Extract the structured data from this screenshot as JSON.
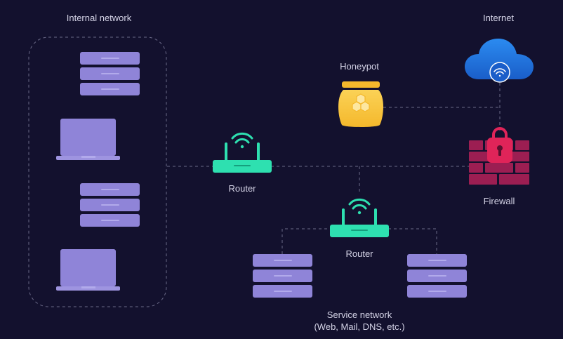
{
  "labels": {
    "internal": "Internal network",
    "internet": "Internet",
    "honeypot": "Honeypot",
    "router_top": "Router",
    "router_bottom": "Router",
    "firewall": "Firewall",
    "service_line1": "Service network",
    "service_line2": "(Web, Mail, DNS, etc.)"
  },
  "colors": {
    "background": "#13112e",
    "server": "#8f84d8",
    "router": "#2ee0b0",
    "firewall": "#9c1e52",
    "lock": "#e02459",
    "cloud": "#1f6fe0",
    "honeypot": "#f7c53b",
    "connector": "#6b6a88"
  },
  "icons": [
    "server-icon",
    "laptop-icon",
    "router-icon",
    "wifi-icon",
    "cloud-icon",
    "honeypot-icon",
    "firewall-icon",
    "lock-icon"
  ]
}
